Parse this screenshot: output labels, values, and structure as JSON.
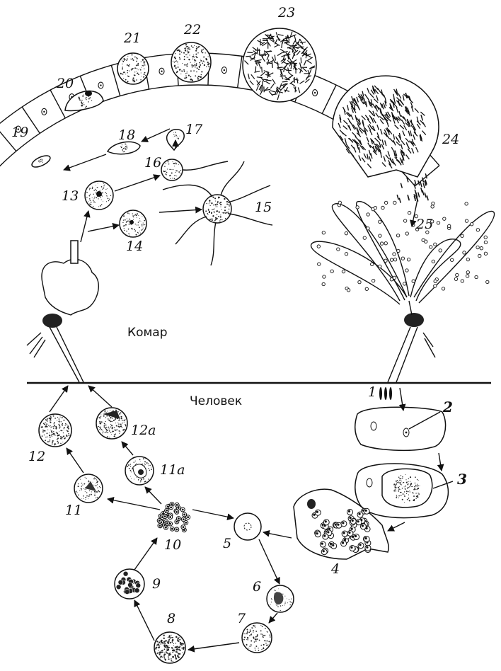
{
  "hosts": {
    "mosquito": "Комар",
    "human": "Человек"
  },
  "stage_labels": {
    "s1": "1",
    "s2": "2",
    "s3": "3",
    "s4": "4",
    "s5": "5",
    "s6": "6",
    "s7": "7",
    "s8": "8",
    "s9": "9",
    "s10": "10",
    "s11": "11",
    "s11a": "11a",
    "s12": "12",
    "s12a": "12a",
    "s13": "13",
    "s14": "14",
    "s15": "15",
    "s16": "16",
    "s17": "17",
    "s18": "18",
    "s19": "19",
    "s20": "20",
    "s21": "21",
    "s22": "22",
    "s23": "23",
    "s24": "24",
    "s25": "25"
  }
}
